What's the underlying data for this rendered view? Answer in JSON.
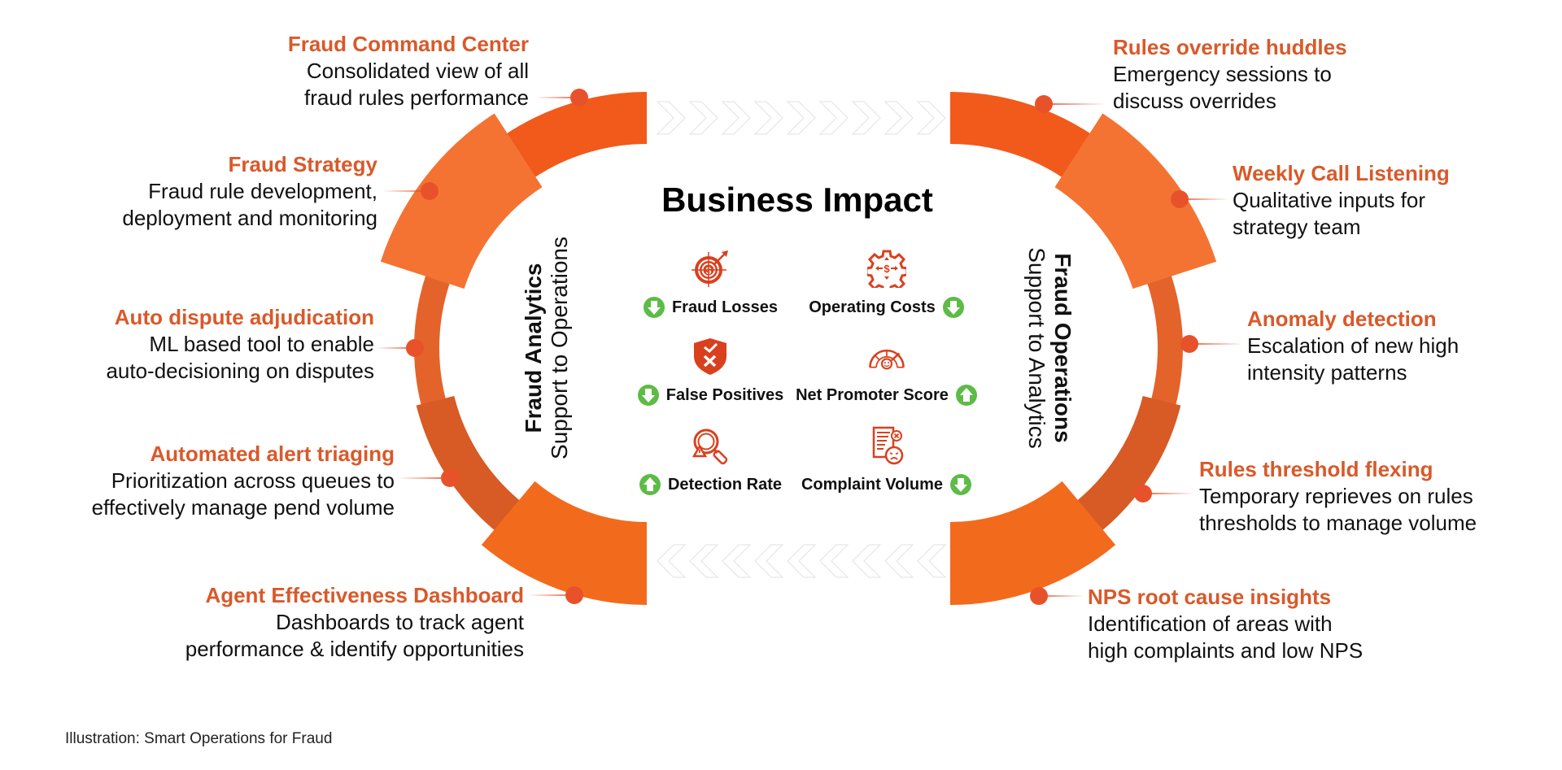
{
  "center": {
    "title": "Business Impact",
    "metrics": [
      {
        "label": "Fraud Losses",
        "icon": "target-dollar-icon",
        "trend": "down",
        "trend_side": "left"
      },
      {
        "label": "Operating Costs",
        "icon": "gear-dollar-icon",
        "trend": "down",
        "trend_side": "right"
      },
      {
        "label": "False Positives",
        "icon": "shield-check-x-icon",
        "trend": "down",
        "trend_side": "left"
      },
      {
        "label": "Net Promoter Score",
        "icon": "satisfaction-gauge-icon",
        "trend": "up",
        "trend_side": "right"
      },
      {
        "label": "Detection Rate",
        "icon": "magnifier-alert-icon",
        "trend": "up",
        "trend_side": "left"
      },
      {
        "label": "Complaint Volume",
        "icon": "document-angry-face-icon",
        "trend": "down",
        "trend_side": "right"
      }
    ]
  },
  "left_panel": {
    "heading": "Fraud Analytics",
    "subheading": "Support to Operations",
    "items": [
      {
        "title": "Fraud Command Center",
        "desc": "Consolidated view of all\nfraud rules performance"
      },
      {
        "title": "Fraud Strategy",
        "desc": "Fraud rule development,\ndeployment and monitoring"
      },
      {
        "title": "Auto dispute adjudication",
        "desc": "ML based tool to enable\nauto-decisioning on disputes"
      },
      {
        "title": "Automated alert triaging",
        "desc": "Prioritization across queues to\neffectively manage pend volume"
      },
      {
        "title": "Agent Effectiveness Dashboard",
        "desc": "Dashboards to track agent\nperformance & identify opportunities"
      }
    ]
  },
  "right_panel": {
    "heading": "Fraud Operations",
    "subheading": "Support to Analytics",
    "items": [
      {
        "title": "Rules override huddles",
        "desc": "Emergency sessions to\ndiscuss overrides"
      },
      {
        "title": "Weekly Call Listening",
        "desc": "Qualitative inputs for\nstrategy team"
      },
      {
        "title": "Anomaly detection",
        "desc": "Escalation of new high\nintensity patterns"
      },
      {
        "title": "Rules threshold flexing",
        "desc": "Temporary reprieves on rules\nthresholds to manage volume"
      },
      {
        "title": "NPS root cause insights",
        "desc": "Identification of areas with\nhigh complaints and low NPS"
      }
    ]
  },
  "flow": {
    "top_direction": "right",
    "bottom_direction": "left",
    "chevron_count": 9
  },
  "colors": {
    "accent_title": "#D9592A",
    "segments": [
      "#F15A1B",
      "#F47332",
      "#E4632A",
      "#D85A24",
      "#F26B1D"
    ],
    "dot": "#E8522A",
    "trend_green": "#5DBB46",
    "icon_red": "#D9401E"
  },
  "caption": "Illustration: Smart Operations for Fraud"
}
